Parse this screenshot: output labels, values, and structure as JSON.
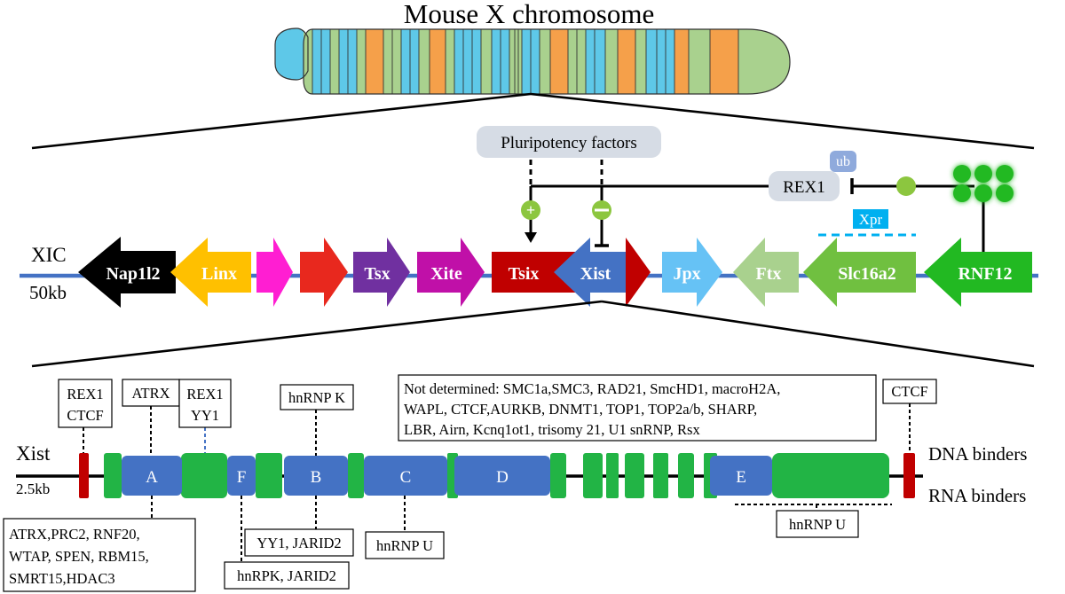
{
  "title": "Mouse X chromosome",
  "xic": {
    "label": "XIC",
    "scale": "50kb",
    "genes": [
      {
        "id": "nap1l2",
        "name": "Nap1l2",
        "color": "#000000"
      },
      {
        "id": "linx",
        "name": "Linx",
        "color": "#FFC000"
      },
      {
        "id": "pink",
        "name": "",
        "color": "#FF1ED2"
      },
      {
        "id": "red",
        "name": "",
        "color": "#E8281E"
      },
      {
        "id": "tsx",
        "name": "Tsx",
        "color": "#7030A0"
      },
      {
        "id": "xite",
        "name": "Xite",
        "color": "#C010A8"
      },
      {
        "id": "tsix",
        "name": "Tsix",
        "color": "#C00000"
      },
      {
        "id": "xist",
        "name": "Xist",
        "color": "#4472C4"
      },
      {
        "id": "jpx",
        "name": "Jpx",
        "color": "#66C2F5"
      },
      {
        "id": "ftx",
        "name": "Ftx",
        "color": "#A9D18E"
      },
      {
        "id": "slc16a2",
        "name": "Slc16a2",
        "color": "#70C040"
      },
      {
        "id": "rnf12",
        "name": "RNF12",
        "color": "#22B922"
      }
    ],
    "pluripotency_label": "Pluripotency factors",
    "rex1_label": "REX1",
    "ub_label": "ub",
    "xpr_label": "Xpr",
    "plus_sign": "+",
    "minus_sign": "−"
  },
  "xist": {
    "label": "Xist",
    "scale": "2.5kb",
    "dna_binders_label": "DNA binders",
    "rna_binders_label": "RNA binders",
    "exons": [
      "A",
      "F",
      "B",
      "C",
      "D",
      "E"
    ],
    "dna_binders": {
      "rex1_ctcf": [
        "REX1",
        "CTCF"
      ],
      "atrx": [
        "ATRX"
      ],
      "rex1_yy1": [
        "REX1",
        "YY1"
      ],
      "hnrnpk": [
        "hnRNP K"
      ],
      "not_determined": [
        "Not determined:  SMC1a,SMC3,  RAD21,  SmcHD1,  macroH2A,",
        "WAPL,  CTCF,AURKB,  DNMT1,  TOP1,  TOP2a/b,  SHARP,",
        "LBR,  Airn,  Kcnq1ot1,  trisomy 21,  U1 snRNP,  Rsx"
      ],
      "ctcf": [
        "CTCF"
      ]
    },
    "rna_binders": {
      "repeat_a": [
        "ATRX,PRC2,  RNF20,",
        "WTAP,  SPEN,  RBM15,",
        "SMRT15,HDAC3"
      ],
      "repeat_f": [
        "hnRPK,  JARID2"
      ],
      "repeat_b": [
        "YY1,  JARID2"
      ],
      "repeat_c": [
        "hnRNP U"
      ],
      "repeat_e": [
        "hnRNP U"
      ]
    }
  },
  "colors": {
    "chromosome_blue": "#5EC8E8",
    "chromosome_green": "#A9D18E",
    "chromosome_orange": "#F5A04A",
    "repeat_blue": "#4472C4",
    "exon_green": "#22B445",
    "backbone_blue": "#4472C4",
    "pill_bg": "#D6DCE5",
    "green_dot": "#8CC63F",
    "dark_red": "#C00000"
  }
}
